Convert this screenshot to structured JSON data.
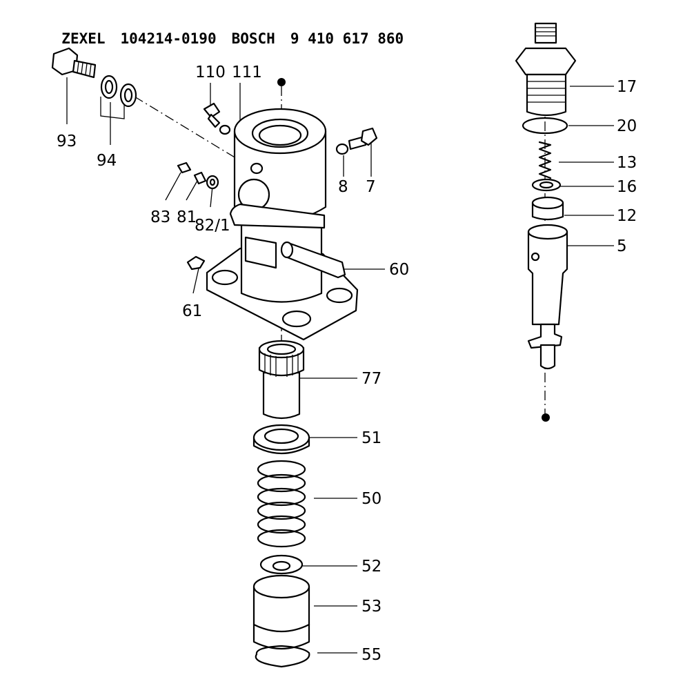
{
  "header": {
    "brand1": "ZEXEL",
    "number1": "104214-0190",
    "brand2": "BOSCH",
    "number2": "9 410 617 860"
  },
  "labels": {
    "p93": "93",
    "p94": "94",
    "p110": "110",
    "p111": "111",
    "p8": "8",
    "p7": "7",
    "p83": "83",
    "p81": "81",
    "p82": "82/1",
    "p60": "60",
    "p61": "61",
    "p77": "77",
    "p51": "51",
    "p50": "50",
    "p52": "52",
    "p53": "53",
    "p55": "55",
    "p17": "17",
    "p20": "20",
    "p13": "13",
    "p16": "16",
    "p12": "12",
    "p5": "5"
  }
}
